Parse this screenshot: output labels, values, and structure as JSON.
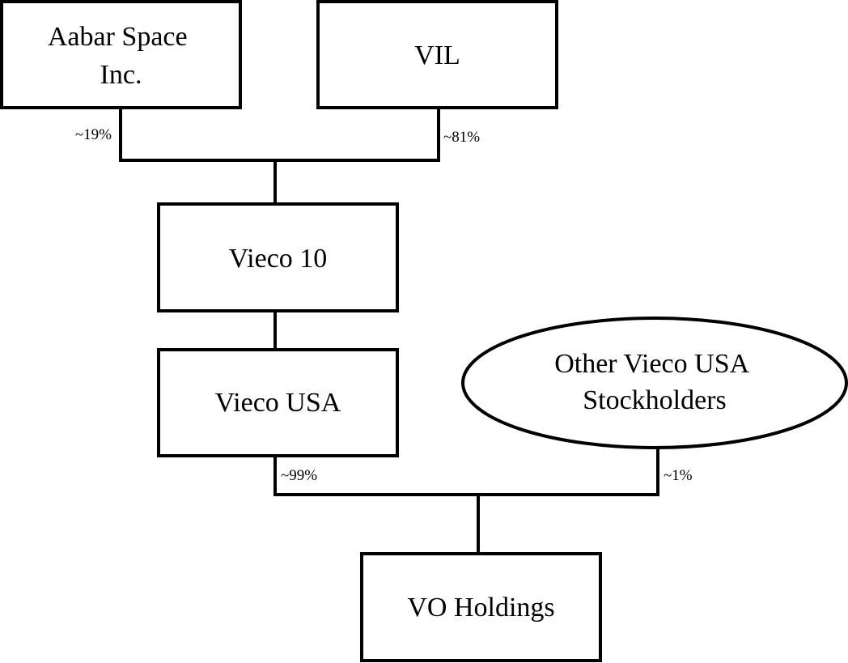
{
  "nodes": {
    "aabar": {
      "lines": [
        "Aabar Space",
        "Inc."
      ]
    },
    "vil": {
      "lines": [
        "VIL"
      ]
    },
    "vieco10": {
      "lines": [
        "Vieco 10"
      ]
    },
    "viecousa": {
      "lines": [
        "Vieco USA"
      ]
    },
    "other": {
      "lines": [
        "Other Vieco USA",
        "Stockholders"
      ]
    },
    "vo": {
      "lines": [
        "VO Holdings"
      ]
    }
  },
  "ownership": {
    "aabar_to_vieco10": "~19%",
    "vil_to_vieco10": "~81%",
    "viecousa_to_vo": "~99%",
    "other_to_vo": "~1%"
  }
}
